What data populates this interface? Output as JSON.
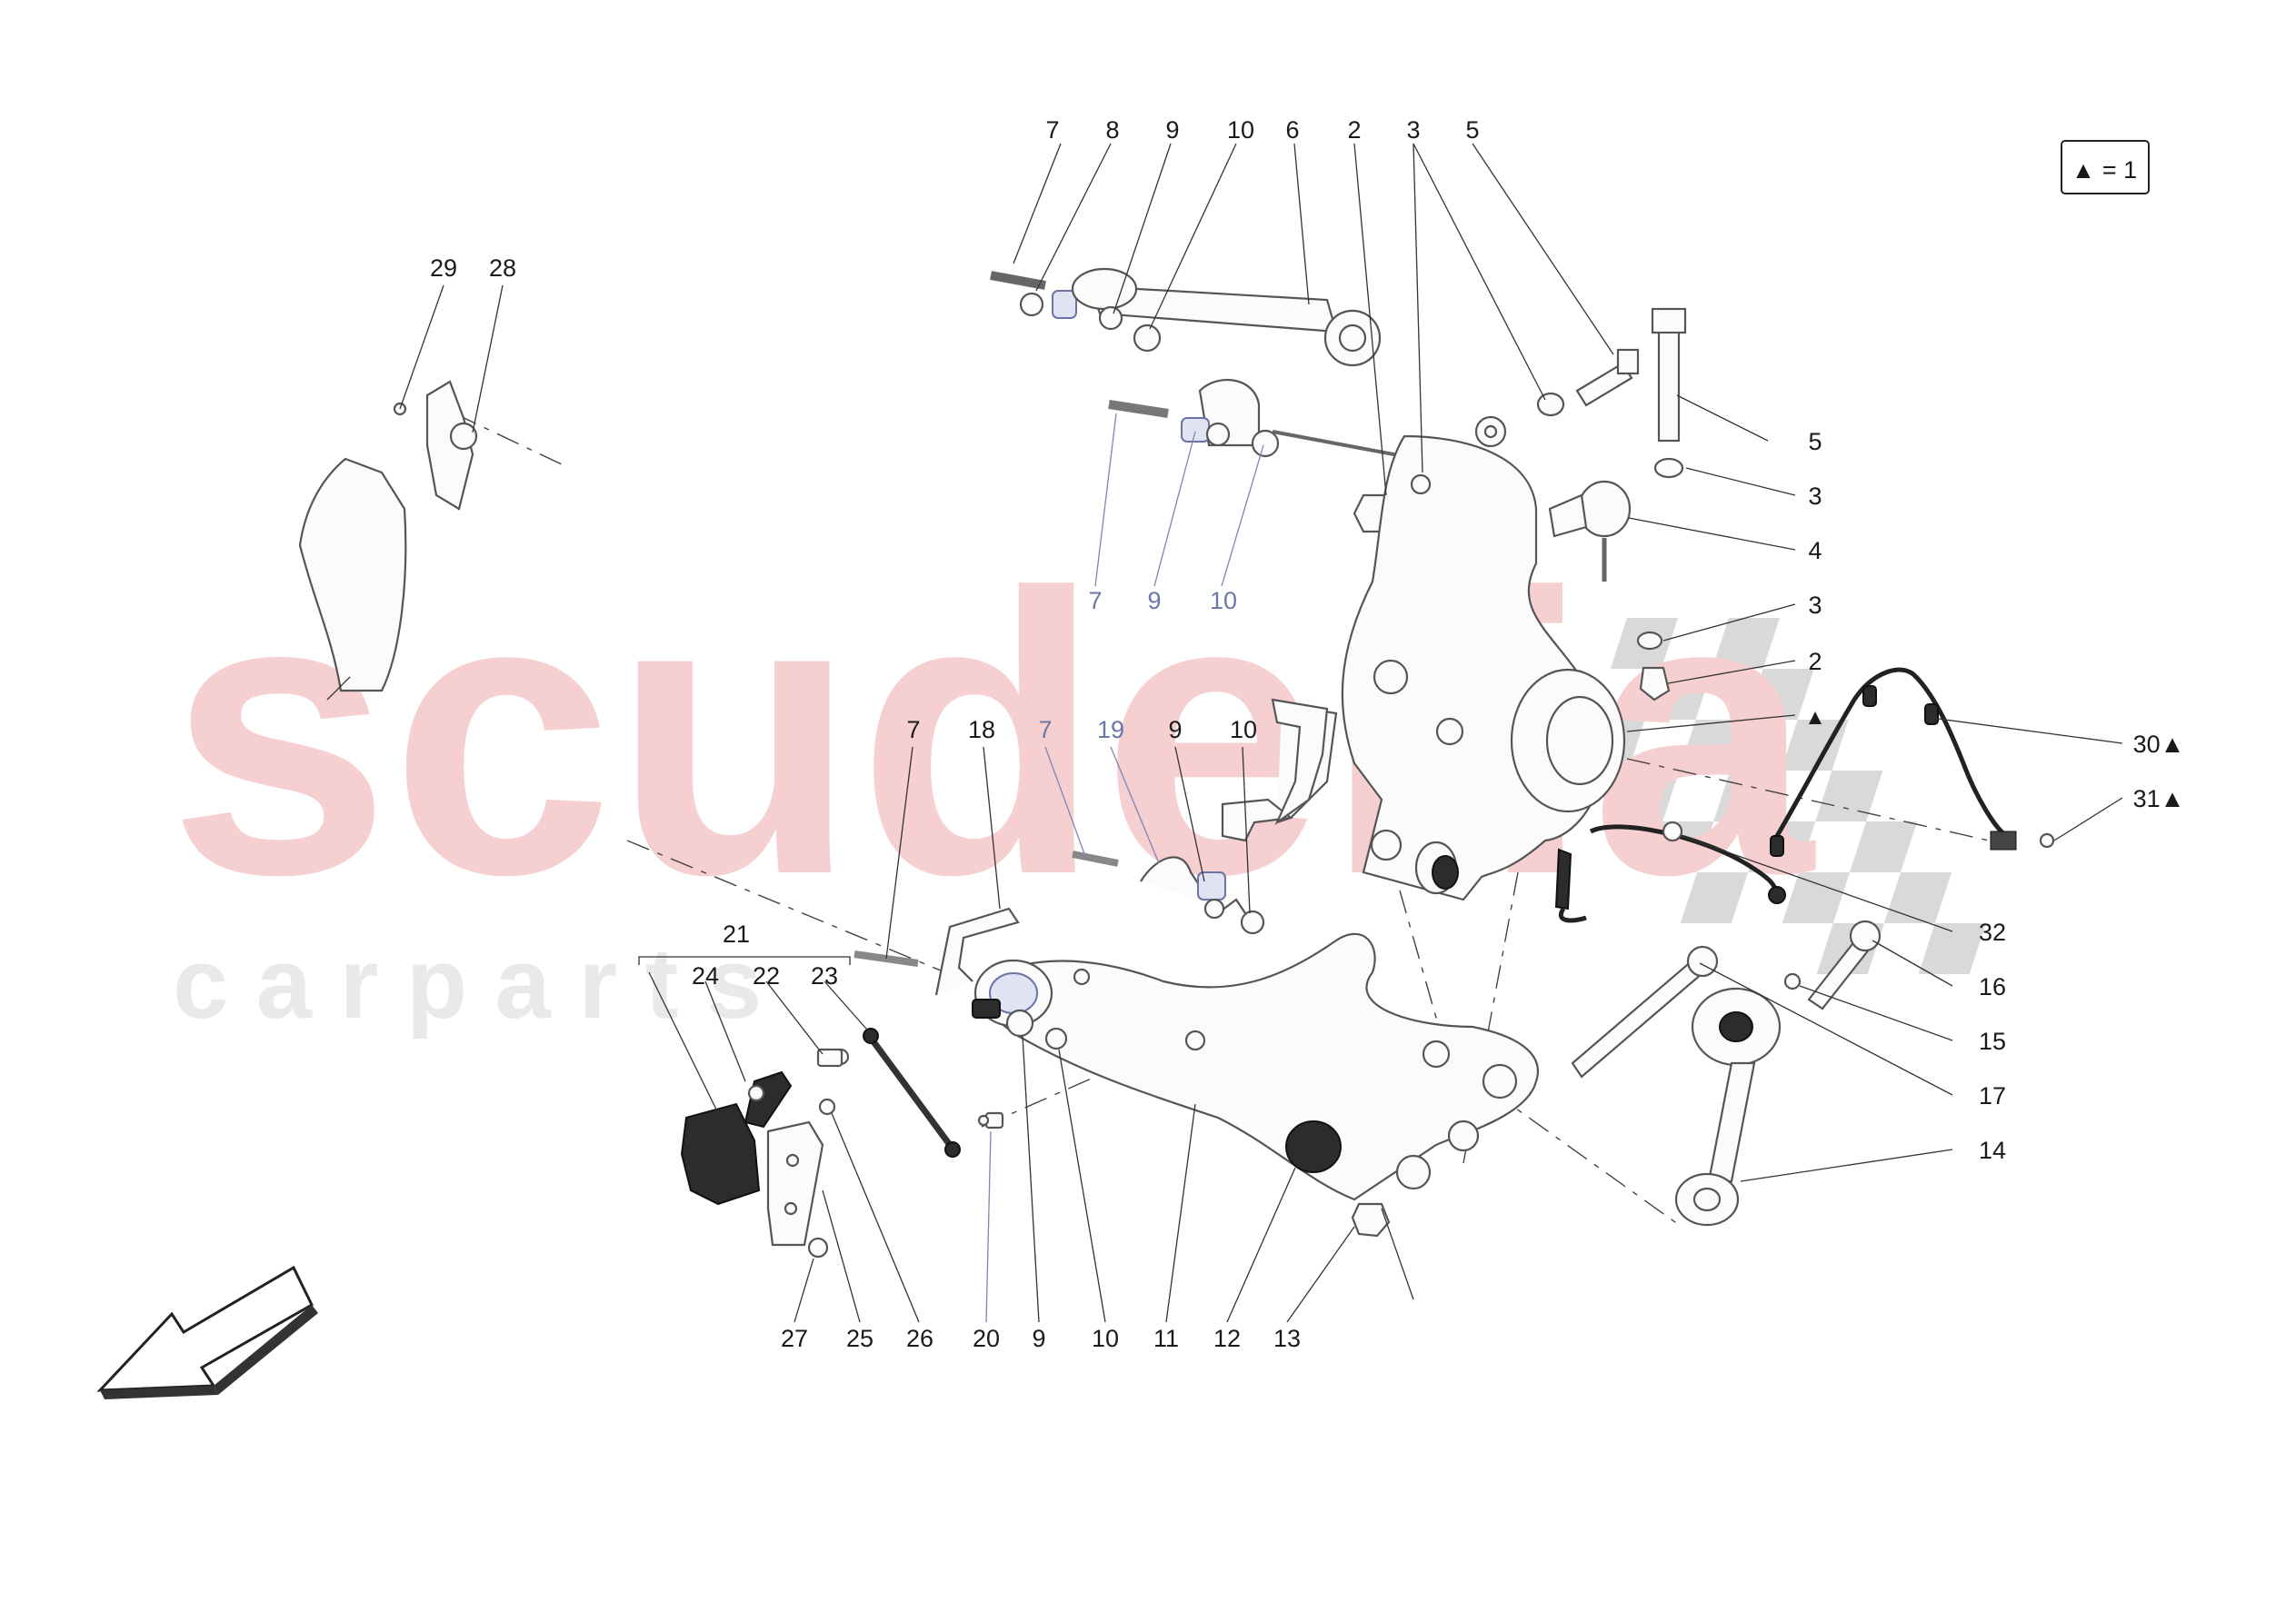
{
  "legend": {
    "symbol": "▲",
    "text": "= 1"
  },
  "watermark": {
    "main": "scuderia",
    "sub": "c a r p a r t s"
  },
  "callouts": [
    {
      "id": "c-top-7",
      "text": "7",
      "blue": false
    },
    {
      "id": "c-top-8",
      "text": "8",
      "blue": false
    },
    {
      "id": "c-top-9",
      "text": "9",
      "blue": false
    },
    {
      "id": "c-top-10",
      "text": "10",
      "blue": false
    },
    {
      "id": "c-top-6",
      "text": "6",
      "blue": false
    },
    {
      "id": "c-top-2",
      "text": "2",
      "blue": false
    },
    {
      "id": "c-top-3",
      "text": "3",
      "blue": false
    },
    {
      "id": "c-top-5",
      "text": "5",
      "blue": false
    },
    {
      "id": "c-29",
      "text": "29",
      "blue": false
    },
    {
      "id": "c-28",
      "text": "28",
      "blue": false
    },
    {
      "id": "c-r-5",
      "text": "5",
      "blue": false
    },
    {
      "id": "c-r-3a",
      "text": "3",
      "blue": false
    },
    {
      "id": "c-r-4",
      "text": "4",
      "blue": false
    },
    {
      "id": "c-r-3b",
      "text": "3",
      "blue": false
    },
    {
      "id": "c-r-2",
      "text": "2",
      "blue": false
    },
    {
      "id": "c-r-tri",
      "text": "▲",
      "blue": false
    },
    {
      "id": "c-30",
      "text": "30▲",
      "blue": false
    },
    {
      "id": "c-31",
      "text": "31▲",
      "blue": false
    },
    {
      "id": "c-32",
      "text": "32",
      "blue": false
    },
    {
      "id": "c-16",
      "text": "16",
      "blue": false
    },
    {
      "id": "c-15",
      "text": "15",
      "blue": false
    },
    {
      "id": "c-17",
      "text": "17",
      "blue": false
    },
    {
      "id": "c-14",
      "text": "14",
      "blue": false
    },
    {
      "id": "c-mid-7b",
      "text": "7",
      "blue": true
    },
    {
      "id": "c-mid-9b",
      "text": "9",
      "blue": true
    },
    {
      "id": "c-mid-10b",
      "text": "10",
      "blue": true
    },
    {
      "id": "c-low-7",
      "text": "7",
      "blue": false
    },
    {
      "id": "c-18",
      "text": "18",
      "blue": false
    },
    {
      "id": "c-low-7b",
      "text": "7",
      "blue": true
    },
    {
      "id": "c-19",
      "text": "19",
      "blue": true
    },
    {
      "id": "c-low-9",
      "text": "9",
      "blue": false
    },
    {
      "id": "c-low-10",
      "text": "10",
      "blue": false
    },
    {
      "id": "c-21",
      "text": "21",
      "blue": false
    },
    {
      "id": "c-24",
      "text": "24",
      "blue": false
    },
    {
      "id": "c-22",
      "text": "22",
      "blue": false
    },
    {
      "id": "c-23",
      "text": "23",
      "blue": false
    },
    {
      "id": "c-27",
      "text": "27",
      "blue": false
    },
    {
      "id": "c-25",
      "text": "25",
      "blue": false
    },
    {
      "id": "c-26",
      "text": "26",
      "blue": false
    },
    {
      "id": "c-20",
      "text": "20",
      "blue": false
    },
    {
      "id": "c-bot-9",
      "text": "9",
      "blue": false
    },
    {
      "id": "c-bot-10",
      "text": "10",
      "blue": false
    },
    {
      "id": "c-11",
      "text": "11",
      "blue": false
    },
    {
      "id": "c-12",
      "text": "12",
      "blue": false
    },
    {
      "id": "c-13",
      "text": "13",
      "blue": false
    }
  ]
}
